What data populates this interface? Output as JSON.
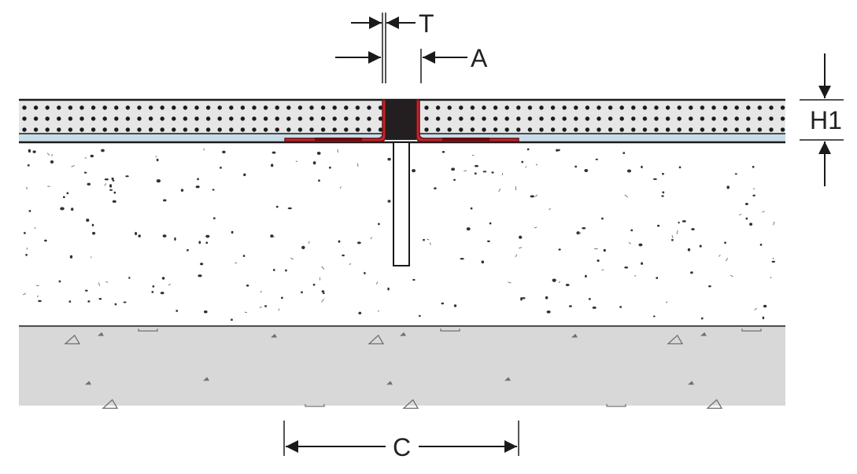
{
  "dimensions": {
    "T": "T",
    "A": "A",
    "H1": "H1",
    "C": "C"
  },
  "colors": {
    "stroke": "#1a1a1a",
    "tile_fill": "#e6e6e6",
    "tile_dot": "#1a1a1a",
    "membrane": "#c7dce6",
    "gasket": "#231f20",
    "flange_red": "#c1272d",
    "flange_dark": "#6b0e12",
    "concrete_speck": "#333333",
    "substrate_fill": "#d8d8d8",
    "substrate_mark": "#707070"
  }
}
